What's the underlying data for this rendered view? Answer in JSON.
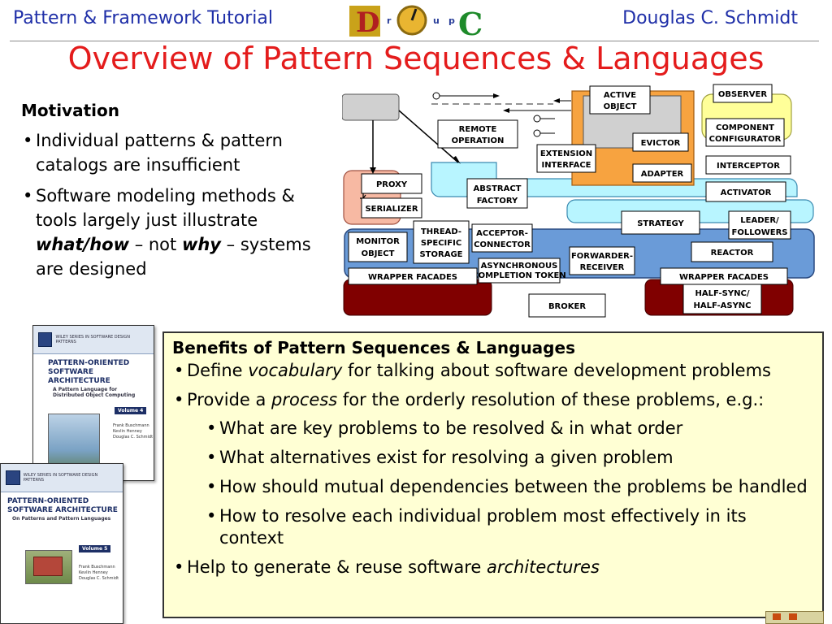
{
  "header": {
    "left": "Pattern & Framework Tutorial",
    "right": "Douglas C. Schmidt",
    "logo_letters": [
      "D",
      "r",
      "u",
      "p",
      "C"
    ]
  },
  "title": "Overview of Pattern Sequences & Languages",
  "motivation": {
    "heading": "Motivation",
    "bullet1": "Individual patterns & pattern catalogs are insufficient",
    "bullet2_a": "Software modeling methods & tools largely just illustrate ",
    "bullet2_what": "what/how",
    "bullet2_b": " – not ",
    "bullet2_why": "why",
    "bullet2_c": " – systems are designed"
  },
  "diagram": {
    "active_object": [
      "ACTIVE",
      "OBJECT"
    ],
    "observer": "OBSERVER",
    "remote_operation": [
      "REMOTE",
      "OPERATION"
    ],
    "component_configurator": [
      "COMPONENT",
      "CONFIGURATOR"
    ],
    "extension_interface": [
      "EXTENSION",
      "INTERFACE"
    ],
    "evictor": "EVICTOR",
    "adapter": "ADAPTER",
    "interceptor": "INTERCEPTOR",
    "proxy": "PROXY",
    "abstract_factory": [
      "ABSTRACT",
      "FACTORY"
    ],
    "activator": "ACTIVATOR",
    "serializer": "SERIALIZER",
    "strategy": "STRATEGY",
    "leader_followers": [
      "LEADER/",
      "FOLLOWERS"
    ],
    "thread_specific_storage": [
      "THREAD-",
      "SPECIFIC",
      "STORAGE"
    ],
    "acceptor_connector": [
      "ACCEPTOR-",
      "CONNECTOR"
    ],
    "monitor_object": [
      "MONITOR",
      "OBJECT"
    ],
    "reactor": "REACTOR",
    "forwarder_receiver": [
      "FORWARDER-",
      "RECEIVER"
    ],
    "asynchronous_completion_token": [
      "ASYNCHRONOUS",
      "COMPLETION TOKEN"
    ],
    "wrapper_facades_left": "WRAPPER FACADES",
    "wrapper_facades_right": "WRAPPER FACADES",
    "half_sync_half_async": [
      "HALF-SYNC/",
      "HALF-ASYNC"
    ],
    "broker": "BROKER",
    "colors": {
      "orange": "#f7a340",
      "cyan": "#b8f5ff",
      "yellow": "#ffff99",
      "blue": "#6a9bd8",
      "salmon": "#f7b9a3",
      "maroon": "#800000",
      "grey": "#d0d0d0"
    }
  },
  "books": {
    "vol4": {
      "series": "WILEY SERIES IN SOFTWARE DESIGN PATTERNS",
      "title": "PATTERN-ORIENTED SOFTWARE ARCHITECTURE",
      "subtitle": "A Pattern Language for Distributed Object Computing",
      "volume": "Volume 4",
      "authors": [
        "Frank Buschmann",
        "Kevlin Henney",
        "Douglas C. Schmidt"
      ]
    },
    "vol5": {
      "series": "WILEY SERIES IN SOFTWARE DESIGN PATTERNS",
      "title": "PATTERN-ORIENTED SOFTWARE ARCHITECTURE",
      "subtitle": "On Patterns and Pattern Languages",
      "volume": "Volume 5",
      "authors": [
        "Frank Buschmann",
        "Kevlin Henney",
        "Douglas C. Schmidt"
      ]
    }
  },
  "benefits": {
    "heading": "Benefits of Pattern Sequences & Languages",
    "b1_a": "Define ",
    "b1_em": "vocabulary",
    "b1_b": " for talking about software development problems",
    "b2_a": "Provide a ",
    "b2_em": "process",
    "b2_b": " for the orderly resolution of these problems, e.g.:",
    "sub": [
      "What are key problems to be resolved & in what order",
      "What alternatives exist for resolving a given problem",
      "How should mutual dependencies between the problems be handled",
      "How to resolve each individual problem most effectively in its context"
    ],
    "b3_a": "Help to generate & reuse software ",
    "b3_em": "architectures"
  }
}
